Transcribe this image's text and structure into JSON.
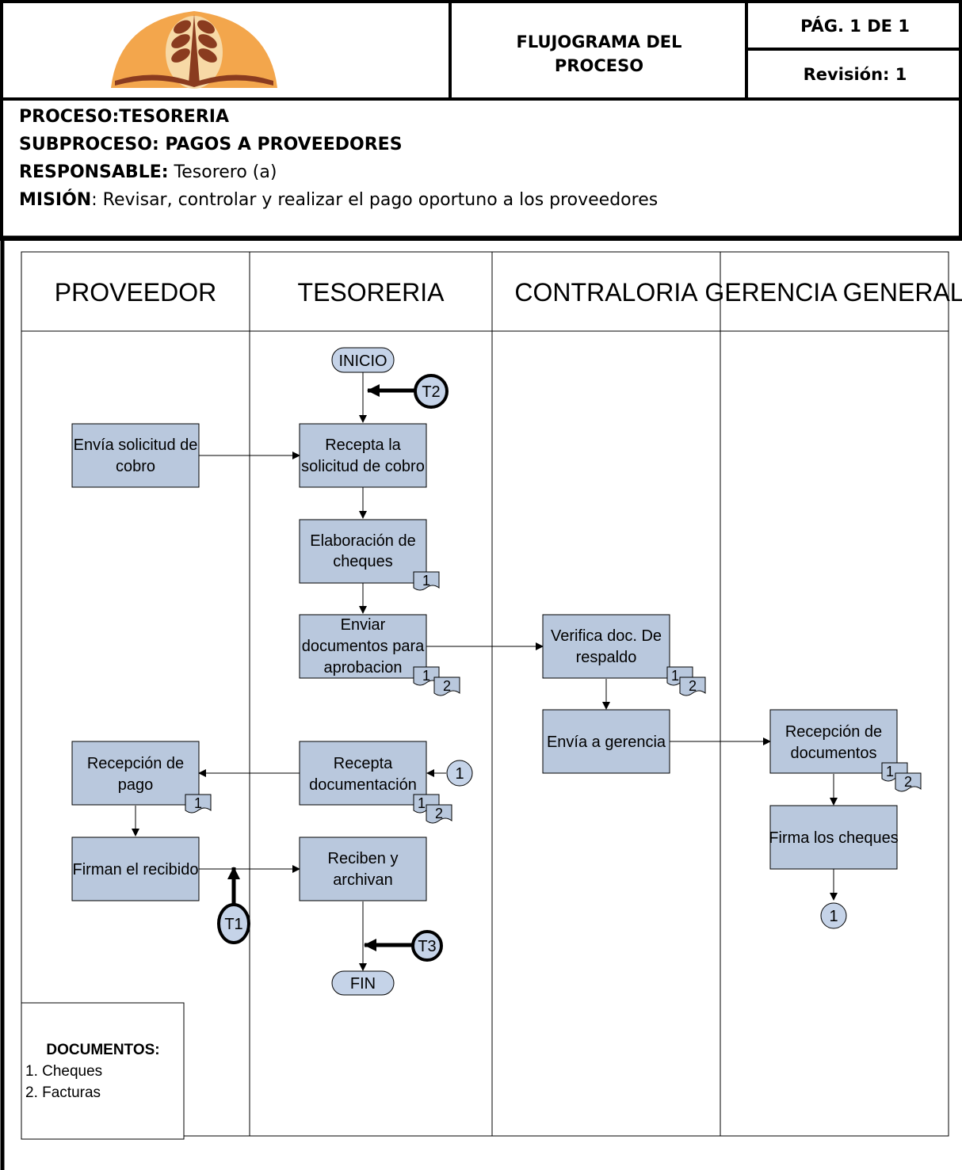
{
  "header": {
    "title_line1": "FLUJOGRAMA DEL",
    "title_line2": "PROCESO",
    "page": "PÁG. 1 DE 1",
    "revision": "Revisión: 1"
  },
  "info": {
    "proceso": "PROCESO:TESORERIA",
    "subproceso": "SUBPROCESO: PAGOS A PROVEEDORES",
    "responsable_label": "RESPONSABLE:",
    "responsable_value": " Tesorero (a)",
    "mision_label": "MISIÓN",
    "mision_value": ":  Revisar, controlar y realizar el pago oportuno a los proveedores"
  },
  "lanes": [
    "PROVEEDOR",
    "TESORERIA",
    "CONTRALORIA",
    "GERENCIA GENERAL"
  ],
  "terminals": {
    "start": "INICIO",
    "end": "FIN"
  },
  "boxes": {
    "envia_solicitud": [
      "Envía solicitud de",
      "cobro"
    ],
    "recepta_solicitud": [
      "Recepta la",
      "solicitud de cobro"
    ],
    "elaboracion": [
      "Elaboración de",
      "cheques"
    ],
    "enviar_docs": [
      "Enviar",
      "documentos para",
      "aprobacion"
    ],
    "verifica": [
      "Verifica doc. De",
      "respaldo"
    ],
    "envia_gerencia": [
      "Envía a gerencia"
    ],
    "recepcion_docs": [
      "Recepción de",
      "documentos"
    ],
    "firma_cheques": [
      "Firma los cheques"
    ],
    "recepcion_pago": [
      "Recepción de",
      "pago"
    ],
    "recepta_documentacion": [
      "Recepta",
      "documentación"
    ],
    "firman_recibido": [
      "Firman el recibido"
    ],
    "reciben_archivan": [
      "Reciben y",
      "archivan"
    ]
  },
  "doc_tags": {
    "one": "1",
    "two": "2"
  },
  "connectors": {
    "c1": "1",
    "t1": "T1",
    "t2": "T2",
    "t3": "T3"
  },
  "documents": {
    "title": "DOCUMENTOS:",
    "items": [
      "1. Cheques",
      "2. Facturas"
    ]
  },
  "colors": {
    "box_fill": "#b9c8dd",
    "terminal_fill": "#c5d3e8",
    "logo_orange": "#f1a24a",
    "logo_brown": "#8a3b1f"
  }
}
